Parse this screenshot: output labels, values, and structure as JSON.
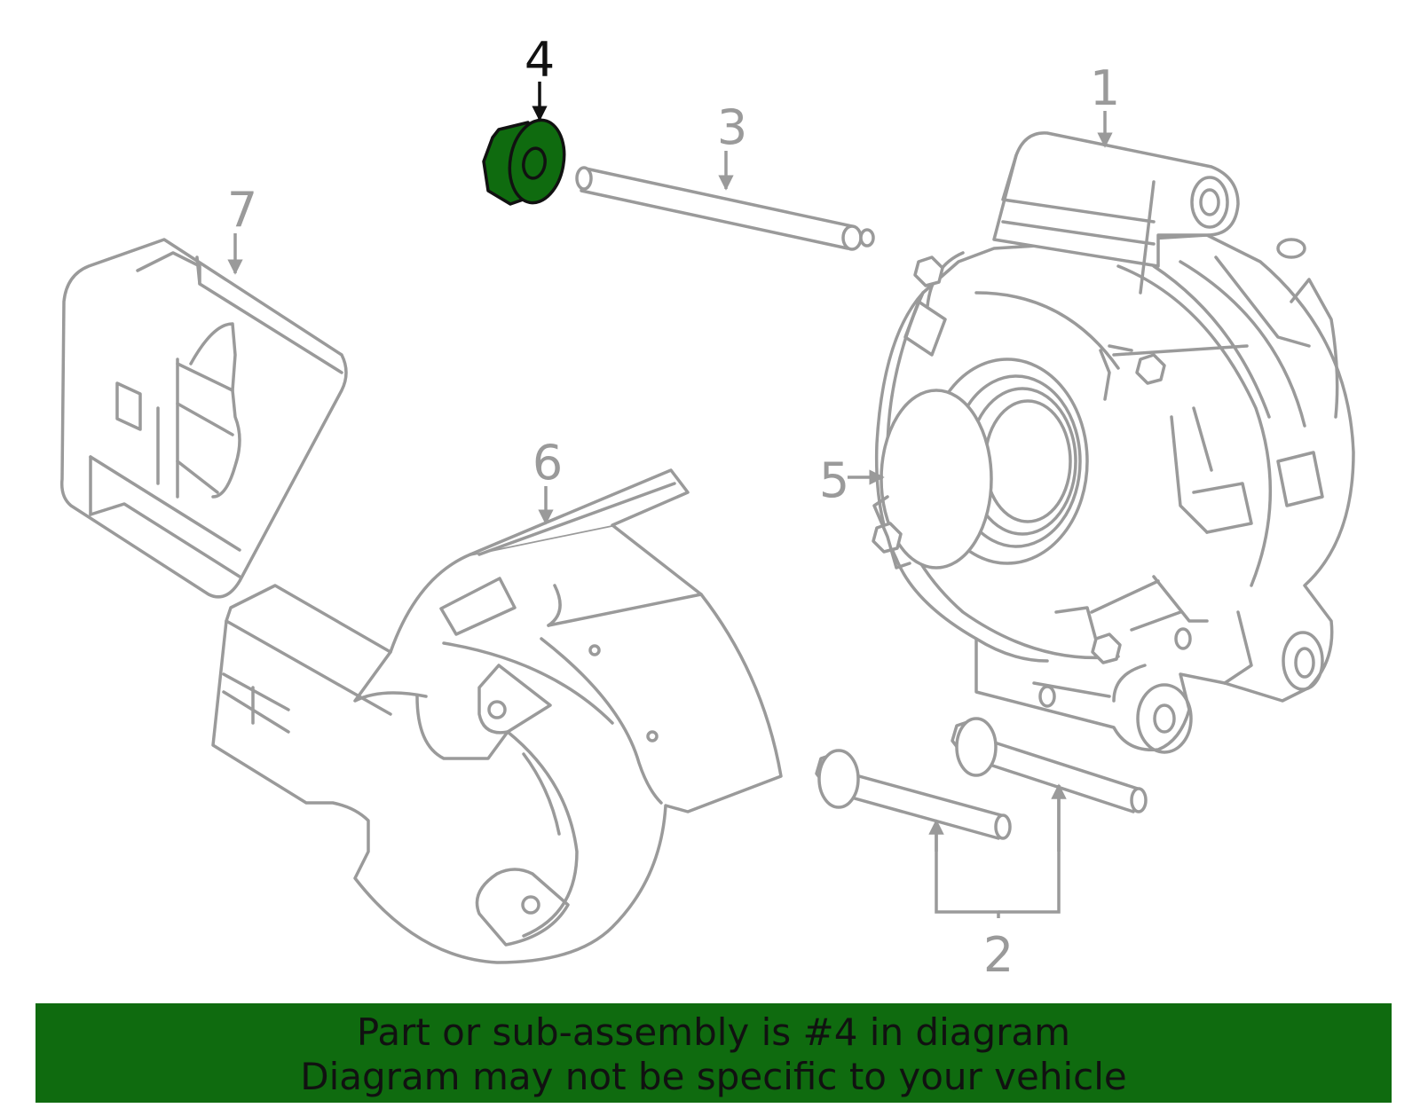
{
  "colors": {
    "highlight": "#0f6b0f",
    "line": "#9a9a9a",
    "active_text": "#111111"
  },
  "callouts": [
    {
      "id": "1",
      "label": "1",
      "active": false
    },
    {
      "id": "2",
      "label": "2",
      "active": false
    },
    {
      "id": "3",
      "label": "3",
      "active": false
    },
    {
      "id": "4",
      "label": "4",
      "active": true
    },
    {
      "id": "5",
      "label": "5",
      "active": false
    },
    {
      "id": "6",
      "label": "6",
      "active": false
    },
    {
      "id": "7",
      "label": "7",
      "active": false
    }
  ],
  "banner": {
    "line1": "Part or sub-assembly is #4 in diagram",
    "line2": "Diagram may not be specific to your vehicle"
  }
}
